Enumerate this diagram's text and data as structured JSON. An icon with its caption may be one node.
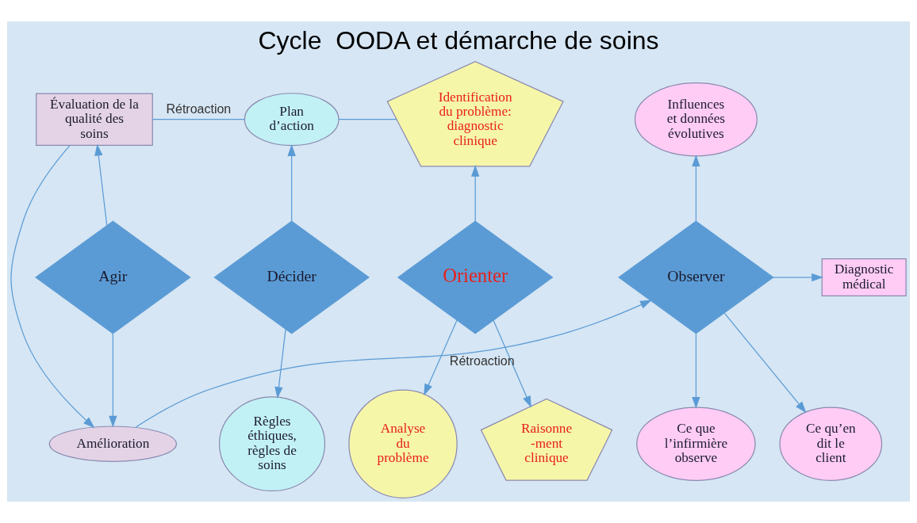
{
  "diagram": {
    "title": "Cycle  OODA et démarche de soins",
    "nodes": [
      {
        "text": [
          "Identification du problème: diagnostic clinique"
        ]
      },
      {
        "text": [
          "Plan d’action"
        ]
      },
      {
        "text": [
          "Évaluation de la qualité des soins"
        ]
      },
      {
        "text": [
          "Influences et données évolutives"
        ]
      },
      {
        "text": [
          "Observer"
        ]
      },
      {
        "text": [
          "Orienter"
        ]
      },
      {
        "text": [
          "Décider"
        ]
      },
      {
        "text": [
          "Agir"
        ]
      },
      {
        "text": [
          "Diagnostic médical"
        ]
      },
      {
        "text": [
          "Ce qu’en dit le client"
        ]
      },
      {
        "text": [
          "Analyse du problème"
        ]
      },
      {
        "text": [
          "Raisonne -ment clinique"
        ]
      },
      {
        "text": [
          "Règles éthiques, règles de soins"
        ]
      },
      {
        "text": [
          "Amélioration"
        ]
      },
      {
        "text": [
          "Ce que l’infirmière observe"
        ]
      }
    ],
    "edges": [
      {
        "from": 4,
        "to": 3,
        "arrow": "to"
      },
      {
        "from": 4,
        "to": 8,
        "arrow": "to"
      },
      {
        "from": 4,
        "to": 9,
        "arrow": "to"
      },
      {
        "from": 4,
        "to": 14,
        "arrow": "to"
      },
      {
        "from": 5,
        "to": 0,
        "arrow": "to"
      },
      {
        "from": 5,
        "to": 10,
        "arrow": "to"
      },
      {
        "from": 5,
        "to": 11,
        "arrow": "to"
      },
      {
        "from": 6,
        "to": 1,
        "arrow": "to"
      },
      {
        "from": 6,
        "to": 12,
        "arrow": "to"
      },
      {
        "from": 7,
        "to": 2,
        "arrow": "to"
      },
      {
        "from": 7,
        "to": 13,
        "arrow": "to"
      },
      {
        "from": 2,
        "to": 13,
        "arrow": "to"
      },
      {
        "from": 13,
        "to": 4,
        "arrow": "to",
        "label": "Rétroaction"
      },
      {
        "from": 2,
        "to": 1,
        "arrow": "none",
        "label": "Rétroaction"
      },
      {
        "from": 1,
        "to": 0,
        "arrow": "none"
      }
    ]
  }
}
